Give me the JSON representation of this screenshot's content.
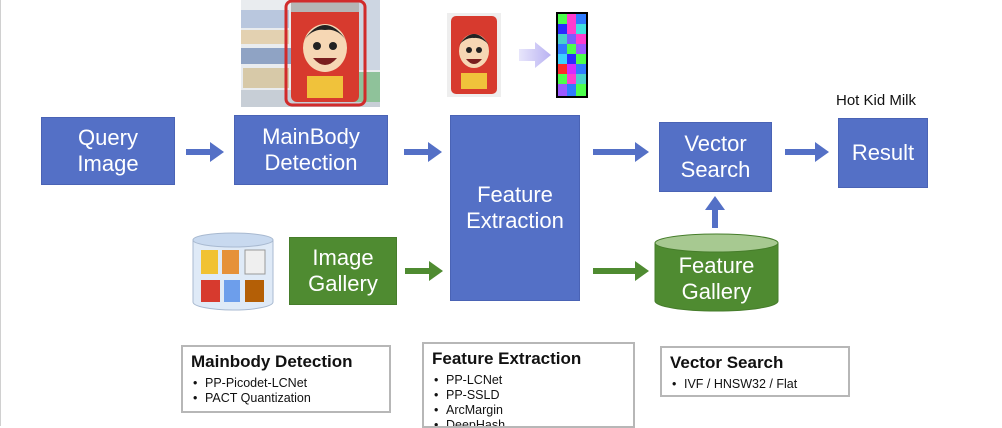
{
  "nodes": {
    "query_image": "Query\nImage",
    "mainbody_detection": "MainBody\nDetection",
    "feature_extraction": "Feature\nExtraction",
    "vector_search": "Vector\nSearch",
    "result": "Result",
    "image_gallery": "Image\nGallery",
    "feature_gallery": "Feature\nGallery"
  },
  "result_caption": "Hot Kid Milk",
  "panels": {
    "mainbody": {
      "title": "Mainbody Detection",
      "items": [
        "PP-Picodet-LCNet",
        "PACT Quantization"
      ]
    },
    "feature": {
      "title": "Feature Extraction",
      "items": [
        "PP-LCNet",
        "PP-SSLD",
        "ArcMargin",
        "DeepHash"
      ]
    },
    "vector": {
      "title": "Vector Search",
      "items": [
        "IVF / HNSW32 / Flat"
      ]
    }
  },
  "colors": {
    "blue_box": "#5470c6",
    "green_box": "#4f8b31",
    "arrow_blue": "#5470c6",
    "arrow_green": "#4f8b31",
    "highlight": "#d12b2b"
  },
  "icons": {
    "product_photo": "canned-milk-product-photo",
    "cropped_photo": "cropped-product-photo",
    "feature_vector": "feature-vector-strip",
    "gallery_db": "image-gallery-database"
  }
}
